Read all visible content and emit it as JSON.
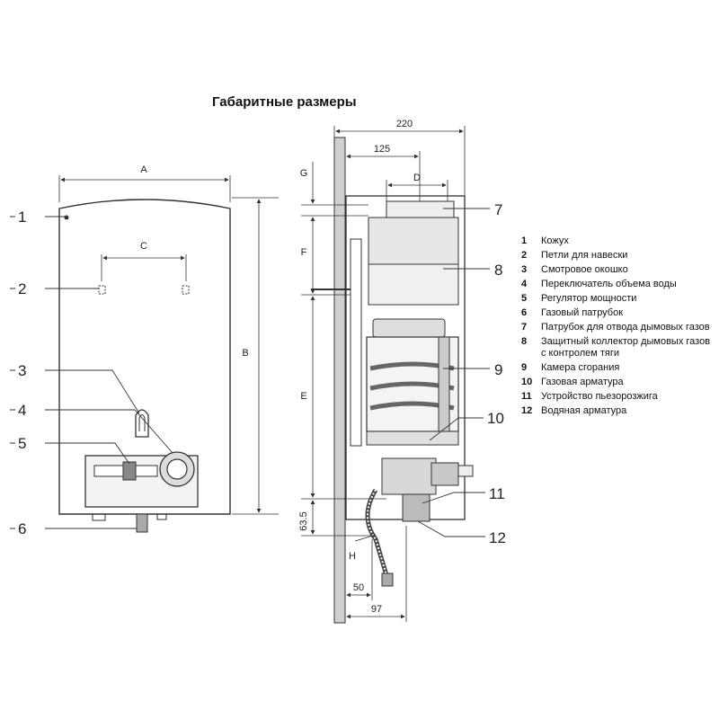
{
  "title": "Габаритные размеры",
  "callouts_front": [
    "1",
    "2",
    "3",
    "4",
    "5",
    "6"
  ],
  "callouts_side": [
    "7",
    "8",
    "9",
    "10",
    "11",
    "12"
  ],
  "dims": {
    "A": "A",
    "B": "B",
    "C": "C",
    "D": "D",
    "E": "E",
    "F": "F",
    "G": "G",
    "H": "H",
    "w220": "220",
    "w125": "125",
    "h635": "63.5",
    "w50": "50",
    "w97": "97"
  },
  "legend": [
    {
      "num": "1",
      "text": "Кожух"
    },
    {
      "num": "2",
      "text": "Петли для навески"
    },
    {
      "num": "3",
      "text": "Смотровое окошко"
    },
    {
      "num": "4",
      "text": "Переключатель объема воды"
    },
    {
      "num": "5",
      "text": "Регулятор мощности"
    },
    {
      "num": "6",
      "text": "Газовый патрубок"
    },
    {
      "num": "7",
      "text": "Патрубок для отвода дымовых газов"
    },
    {
      "num": "8",
      "text": "Защитный коллектор дымовых газов с контролем тяги"
    },
    {
      "num": "9",
      "text": "Камера сгорания"
    },
    {
      "num": "10",
      "text": "Газовая арматура"
    },
    {
      "num": "11",
      "text": "Устройство пьезорозжига"
    },
    {
      "num": "12",
      "text": "Водяная арматура"
    }
  ]
}
